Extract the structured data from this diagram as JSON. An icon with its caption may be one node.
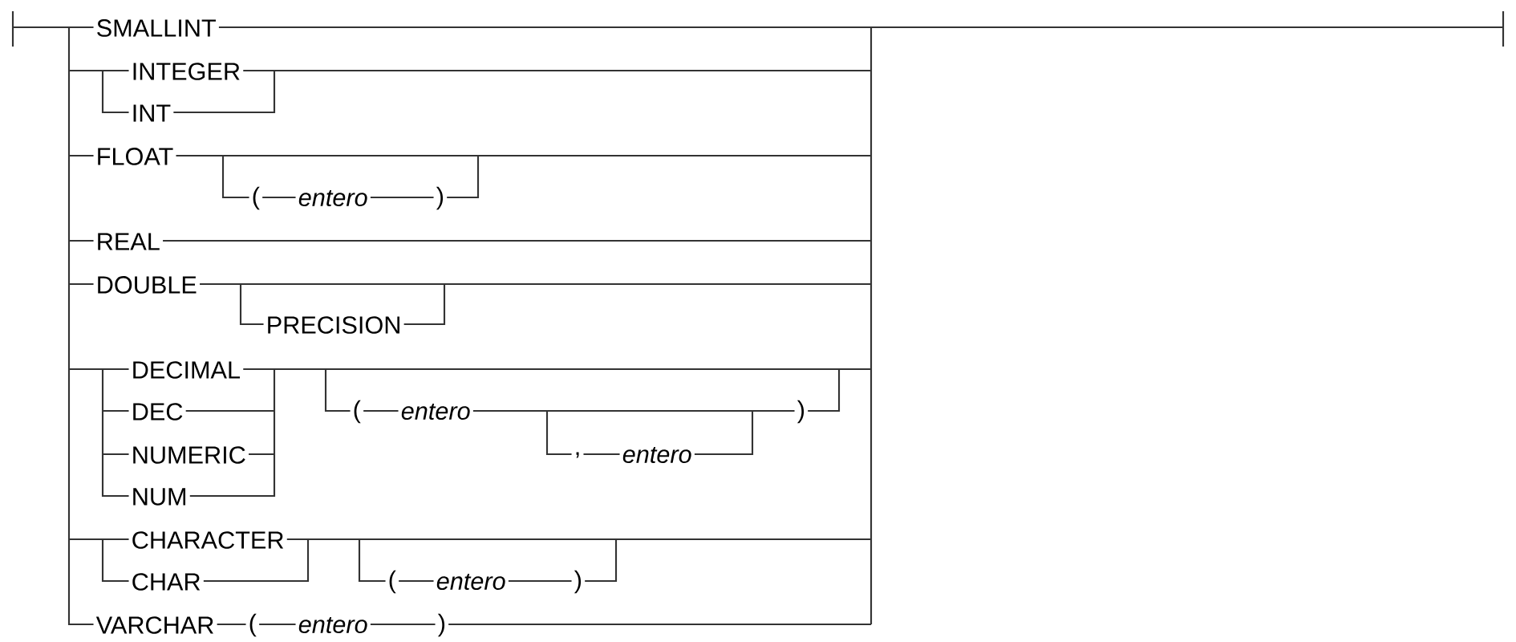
{
  "diagram": {
    "labels": [
      "SMALLINT",
      "INTEGER",
      "INT",
      "FLOAT",
      "(",
      "entero",
      ")",
      "REAL",
      "DOUBLE",
      "PRECISION",
      "DECIMAL",
      "DEC",
      "(",
      "entero",
      ")",
      "NUMERIC",
      ",",
      "entero",
      "NUM",
      "CHARACTER",
      "CHAR",
      "(",
      "entero",
      ")",
      "VARCHAR",
      "(",
      "entero",
      ")"
    ]
  }
}
